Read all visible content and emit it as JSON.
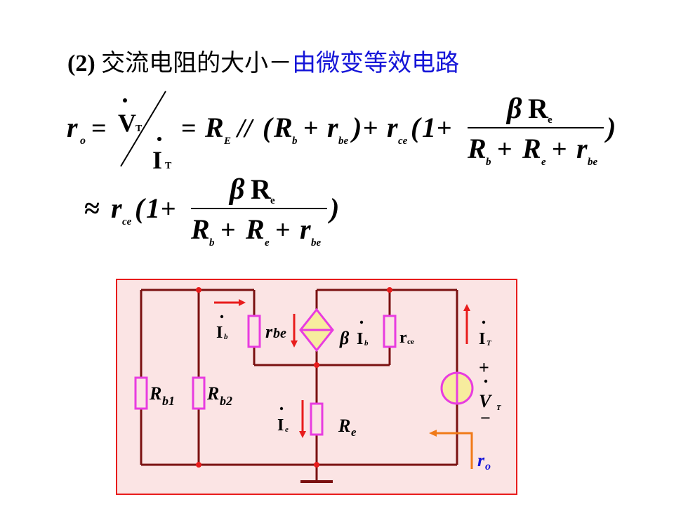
{
  "heading": {
    "number": "(2)",
    "text": "交流电阻的大小－",
    "highlight": "由微变等效电路"
  },
  "formula": {
    "ro": "r",
    "ro_sub": "o",
    "vt": "V",
    "vt_sub": "T",
    "it": "I",
    "it_sub": "T",
    "RE": "R",
    "RE_sub": "E",
    "parallel": "//",
    "Rb": "R",
    "Rb_sub": "b",
    "rbe": "r",
    "rbe_sub": "be",
    "rce": "r",
    "rce_sub": "ce",
    "one": "1",
    "beta": "β",
    "Re_num": "R",
    "Re_num_sub": "e",
    "Re": "R",
    "Re_sub": "e",
    "approx": "≈"
  },
  "circuit": {
    "Rb1": "R",
    "Rb1_sub": "b1",
    "Rb2": "R",
    "Rb2_sub": "b2",
    "rbe": "r",
    "rbe_sub": "be",
    "Ib": "I",
    "Ib_sub": "b",
    "beta": "β",
    "Ib2": "I",
    "Ib2_sub": "b",
    "rce": "r",
    "rce_sub": "ce",
    "IT": "I",
    "IT_sub": "T",
    "plus": "+",
    "VT": "V",
    "VT_sub": "T",
    "minus": "−",
    "Ie": "I",
    "Ie_sub": "e",
    "Re": "R",
    "Re_sub": "e",
    "ro": "r",
    "ro_sub": "o"
  },
  "colors": {
    "wire": "#7a1010",
    "resistor": "#e83ce0",
    "border": "#e81c1c",
    "panel": "#fbe4e4",
    "arrow_red": "#e81c1c",
    "arrow_orange": "#f07a18",
    "source_fill": "#f7ec9e",
    "blue": "#1515d8"
  }
}
